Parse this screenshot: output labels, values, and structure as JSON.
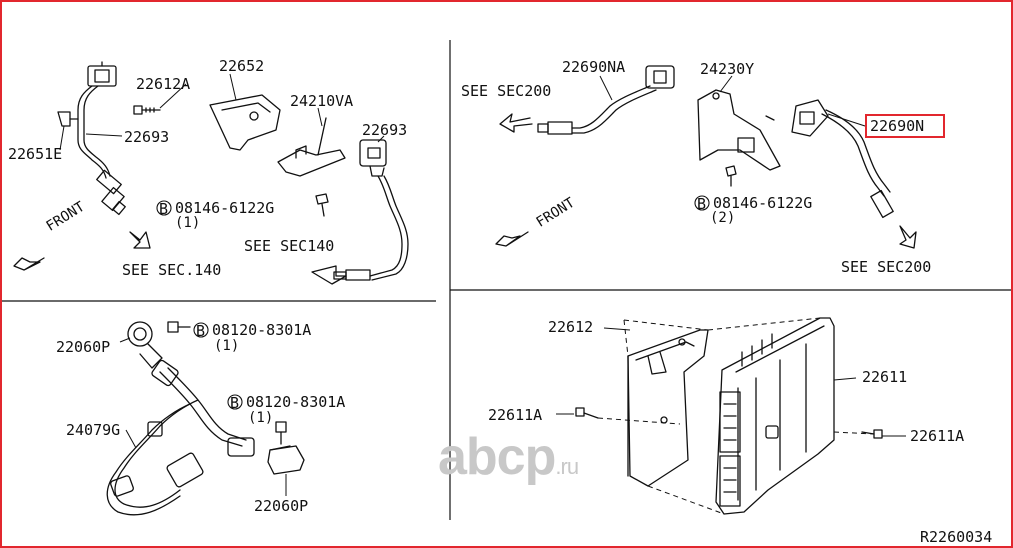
{
  "watermark": {
    "main": "abcp",
    "suffix": ".ru"
  },
  "figure_ref": "R2260034",
  "colors": {
    "border": "#e2272e",
    "line": "#111111",
    "watermark": "#c8c8c8"
  },
  "panel_tl": {
    "parts": [
      "22612A",
      "22652",
      "24210VA",
      "22693",
      "22651E",
      "22693"
    ],
    "bolt": {
      "badge": "B",
      "code": "08146-6122G",
      "qty": "(1)"
    },
    "front": "FRONT",
    "refs": [
      "SEE SEC.140",
      "SEE SEC140"
    ]
  },
  "panel_bl": {
    "parts": [
      "22060P",
      "24079G",
      "22060P"
    ],
    "bolts": [
      {
        "badge": "B",
        "code": "08120-8301A",
        "qty": "(1)"
      },
      {
        "badge": "B",
        "code": "08120-8301A",
        "qty": "(1)"
      }
    ]
  },
  "panel_tr": {
    "parts": [
      "22690NA",
      "24230Y",
      "22690N"
    ],
    "highlighted_part": "22690N",
    "bolt": {
      "badge": "B",
      "code": "08146-6122G",
      "qty": "(2)"
    },
    "front": "FRONT",
    "refs": [
      "SEE SEC200",
      "SEE SEC200"
    ]
  },
  "panel_br": {
    "parts": [
      "22612",
      "22611",
      "22611A",
      "22611A"
    ]
  }
}
